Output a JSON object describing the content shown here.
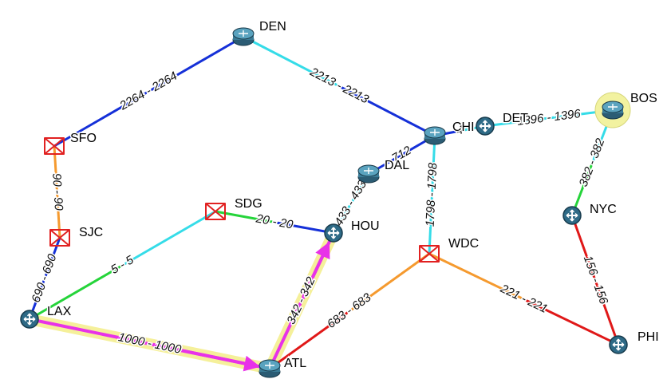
{
  "diagram": {
    "nodes": [
      {
        "id": "DEN",
        "label": "DEN",
        "icon": "router-icon"
      },
      {
        "id": "BOS",
        "label": "BOS",
        "icon": "router-icon",
        "highlight": "#f2f2a0"
      },
      {
        "id": "SFO",
        "label": "SFO",
        "icon": "firewall-icon"
      },
      {
        "id": "CHI",
        "label": "CHI",
        "icon": "router-icon"
      },
      {
        "id": "DET",
        "label": "DET",
        "icon": "switch-icon"
      },
      {
        "id": "DAL",
        "label": "DAL",
        "icon": "router-icon"
      },
      {
        "id": "SDG",
        "label": "SDG",
        "icon": "firewall-icon"
      },
      {
        "id": "SJC",
        "label": "SJC",
        "icon": "firewall-icon"
      },
      {
        "id": "NYC",
        "label": "NYC",
        "icon": "switch-icon"
      },
      {
        "id": "HOU",
        "label": "HOU",
        "icon": "switch-icon"
      },
      {
        "id": "WDC",
        "label": "WDC",
        "icon": "firewall-icon"
      },
      {
        "id": "LAX",
        "label": "LAX",
        "icon": "switch-icon"
      },
      {
        "id": "PHI",
        "label": "PHI",
        "icon": "switch-icon"
      },
      {
        "id": "ATL",
        "label": "ATL",
        "icon": "router-icon"
      }
    ],
    "links": [
      {
        "id": "sfo-den",
        "label": "2264 - 2264",
        "color": "#1530d8"
      },
      {
        "id": "den-chi",
        "label": "2213 - 2213",
        "color": "#35dce8"
      },
      {
        "id": "chi-det",
        "label": "4",
        "color": "#1530d8"
      },
      {
        "id": "det-bos",
        "label": "1396 - 1396",
        "color": "#35dce8"
      },
      {
        "id": "bos-nyc",
        "label": "382 - 382",
        "color": "#35dce8"
      },
      {
        "id": "nyc-phi",
        "label": "156 - 156",
        "color": "#e01818"
      },
      {
        "id": "sfo-sjc",
        "label": "90 - 90",
        "color": "#f59a2f"
      },
      {
        "id": "sjc-lax",
        "label": "690 - 690",
        "color": "#1530d8"
      },
      {
        "id": "lax-sdg",
        "label": "5 - 5",
        "color": "#25d43a"
      },
      {
        "id": "sdg-hou",
        "label": "20 - 20",
        "color": "#25d43a"
      },
      {
        "id": "hou-dal",
        "label": "433 - 433",
        "color": "#35dce8"
      },
      {
        "id": "dal-chi",
        "label": "712",
        "color": "#1530d8"
      },
      {
        "id": "chi-wdc",
        "label": "1798 - 1798",
        "color": "#35dce8"
      },
      {
        "id": "wdc-phi",
        "label": "221 - 221",
        "color": "#f59a2f"
      },
      {
        "id": "wdc-atl",
        "label": "683 - 683",
        "color": "#f59a2f"
      },
      {
        "id": "atl-hou",
        "label": "342 - 342",
        "color": "#e832e8"
      },
      {
        "id": "lax-atl",
        "label": "1000 - 1000",
        "color": "#e832e8"
      }
    ],
    "path_highlight_color": "#f5f09a",
    "arrow_color": "#e832e8"
  }
}
